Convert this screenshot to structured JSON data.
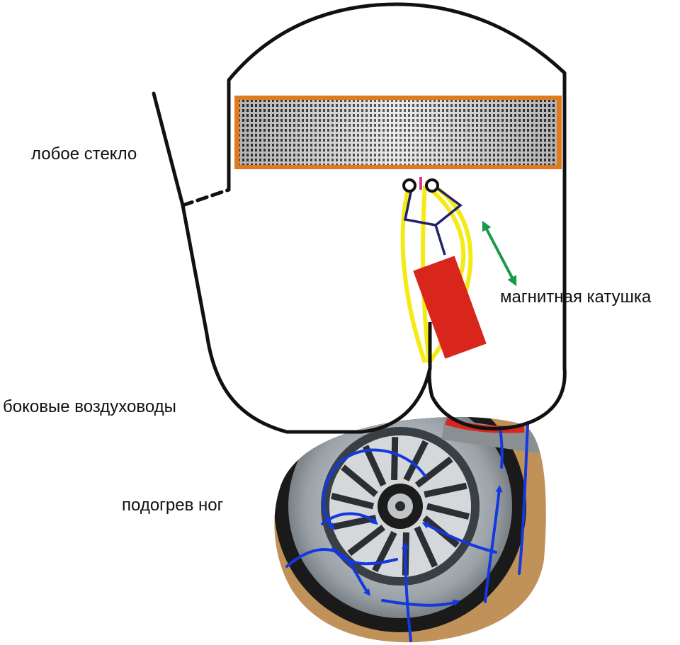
{
  "labels": {
    "windshield": "лобое стекло",
    "side_ducts": "боковые воздуховоды",
    "magnetic_coil": "магнитная катушка",
    "foot_heating": "подогрев ног"
  },
  "colors": {
    "outline": "#111111",
    "radiator_frame": "#e07a1f",
    "linkage_yellow": "#f5ea14",
    "linkage_navy": "#22226e",
    "coil_red": "#d9261c",
    "motion_arrow_green": "#1a9a48",
    "airflow_blue": "#1438e0",
    "fan_wood": "#c89a62",
    "fan_metal": "#9aa2a8"
  },
  "icons": {
    "radiator": "heater-core-radiator",
    "coil": "solenoid-coil",
    "fan": "blower-fan-photo",
    "motion": "double-headed-arrow"
  }
}
